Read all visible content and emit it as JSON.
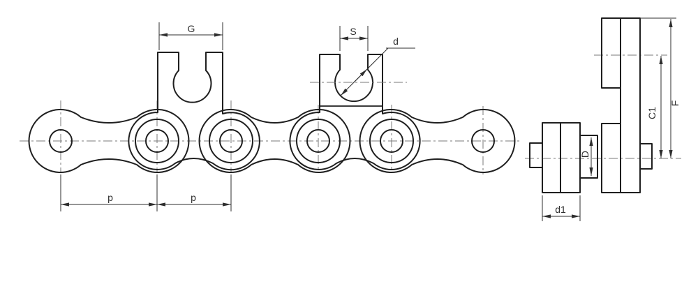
{
  "drawing": {
    "description": "roller chain with bent attachments - side view and end view",
    "side_view": {
      "dim_g_label": "G",
      "dim_s_label": "S",
      "dim_d_label": "d",
      "dim_p1_label": "p",
      "dim_p2_label": "p"
    },
    "end_view": {
      "dim_D_label": "D",
      "dim_d1_label": "d1",
      "dim_c1_label": "C1",
      "dim_f_label": "F"
    },
    "colors": {
      "outline": "#1f1f1f",
      "dimension": "#2e2e2e",
      "centerline": "#7a7a7a",
      "background": "#ffffff"
    }
  }
}
